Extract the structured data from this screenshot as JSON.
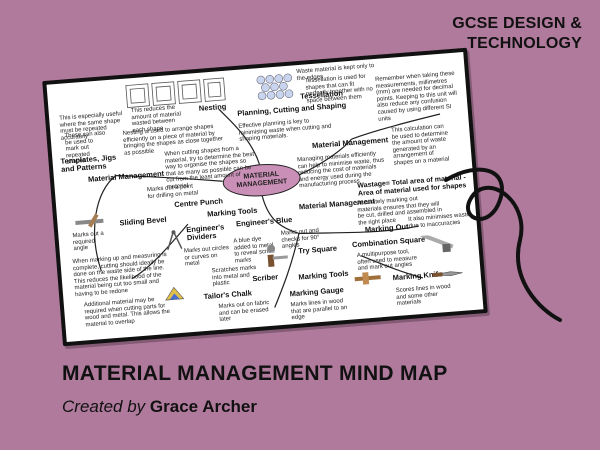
{
  "header": {
    "line1": "GCSE DESIGN &",
    "line2": "TECHNOLOGY"
  },
  "footer": {
    "title": "MATERIAL MANAGEMENT MIND MAP",
    "created_by_label": "Created by",
    "author": "Grace Archer"
  },
  "mindmap": {
    "center": "MATERIAL MANAGEMENT",
    "headings": {
      "nesting": "Nesting",
      "planning": "Planning, Cutting and Shaping",
      "tessellation": "Tessellation",
      "material_management_top": "Material Management",
      "material_management_left": "Material Management",
      "material_management_mid": "Material Management",
      "templates": "Templates, Jigs and Patterns",
      "wastage": "Wastage= Total area of material - Area of material used for shapes",
      "marking_tools_left": "Marking Tools",
      "marking_tools_bottom": "Marking Tools",
      "marking_out": "Marking Out",
      "centre_punch": "Centre Punch",
      "sliding_bevel": "Sliding Bevel",
      "engineers_dividers": "Engineer's Dividers",
      "engineers_blue": "Engineer's Blue",
      "try_square": "Try Square",
      "combination_square": "Combination Square",
      "scriber": "Scriber",
      "tailors_chalk": "Tailor's Chalk",
      "marking_gauge": "Marking Gauge",
      "marking_knife": "Marking Knife"
    },
    "notes": {
      "nesting_note": "This reduces the amount of material wasted between each shape",
      "nesting_desc": "Nesting is used to arrange shapes efficiently on a piece of material by bringing the shapes as close together as possible",
      "templates_note1": "This is especially useful where the same shape must be repeated accurately",
      "templates_note2": "These can also be used to mark out repeated shapes",
      "tessellation_note": "Waste material is kept only to the edges",
      "tessellation_desc": "Tessellation is used for shapes that can fit perfectly together with no space between them",
      "planning_desc": "Effective planning is key to minimising waste when cutting and shaping materials.",
      "cutting_desc": "When cutting shapes from a material, try to determine the best way to organise the shapes so that as many as possible can be cut from the least amount of material",
      "measure_note": "Remember when taking these measurements, millimetres (mm) are needed for decimal points. Keeping to this unit will also reduce any confusion caused by using different SI units",
      "calc_note": "This calculation can be used to determine the amount of waste generated by an arrangement of shapes on a material",
      "managing_desc": "Managing materials efficiently can help to minimise waste, thus reducing the cost of materials and energy used during the manufacturing process",
      "centre_punch_note": "Marks out a point for drilling on metal",
      "sliding_bevel_note": "Marks out a required angle",
      "dividers_note": "Marks out circles or curves on metal",
      "blue_note": "A blue dye added to metal to reveal scribe marks",
      "try_square_note": "Marks out and checks for 90° angles",
      "marking_out_desc": "Accurately marking out materials ensures that they will be cut, drilled and assembled in the right place",
      "marking_out_note": "It also minimises waste due to inaccuracies",
      "combination_note": "A multipurpose tool, often used to measure and mark out angles",
      "scriber_note": "Scratches marks into metal and plastic",
      "chalk_note": "Marks out on fabric and can be erased later",
      "gauge_note": "Marks lines in wood that are parallel to an edge",
      "knife_note": "Scores lines in wood and some other materials",
      "waste_side_note": "When marking up and measuring is complete, cutting should ideally be done on the waste side of the line. This reduces the likelihood of the material being cut too small and having to be redone",
      "additional_note": "Additional material may be required when cutting parts for wood and metal. This allows the material to overlap"
    }
  }
}
